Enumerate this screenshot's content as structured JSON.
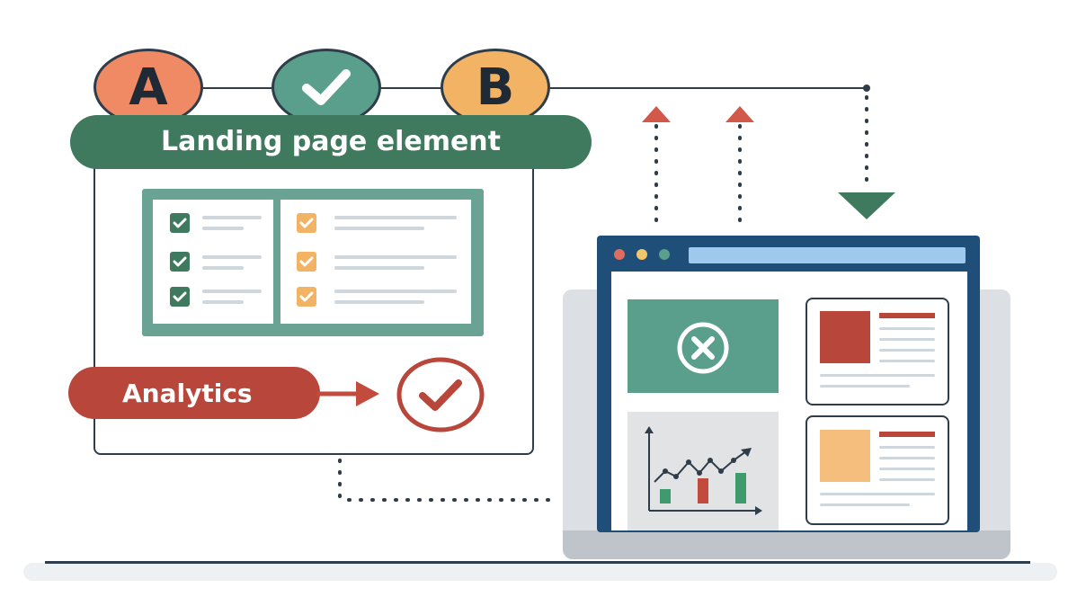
{
  "badges": {
    "a_label": "A",
    "b_label": "B",
    "check_icon": "check-icon"
  },
  "banner": {
    "title": "Landing page element"
  },
  "analytics": {
    "label": "Analytics",
    "result_icon": "check-circle-icon"
  },
  "colors": {
    "green": "#3f7a5e",
    "teal": "#5a9e8c",
    "orange": "#f08a64",
    "yellow": "#f2b464",
    "red": "#b9463a",
    "navy": "#1f4e79",
    "light_blue": "#9fc8ee"
  },
  "browser": {
    "dots": [
      "#e06b5f",
      "#f2c66b",
      "#5a9e8c"
    ],
    "cards": [
      "reject-card",
      "text-card-red",
      "chart-card",
      "text-card-yellow"
    ]
  }
}
